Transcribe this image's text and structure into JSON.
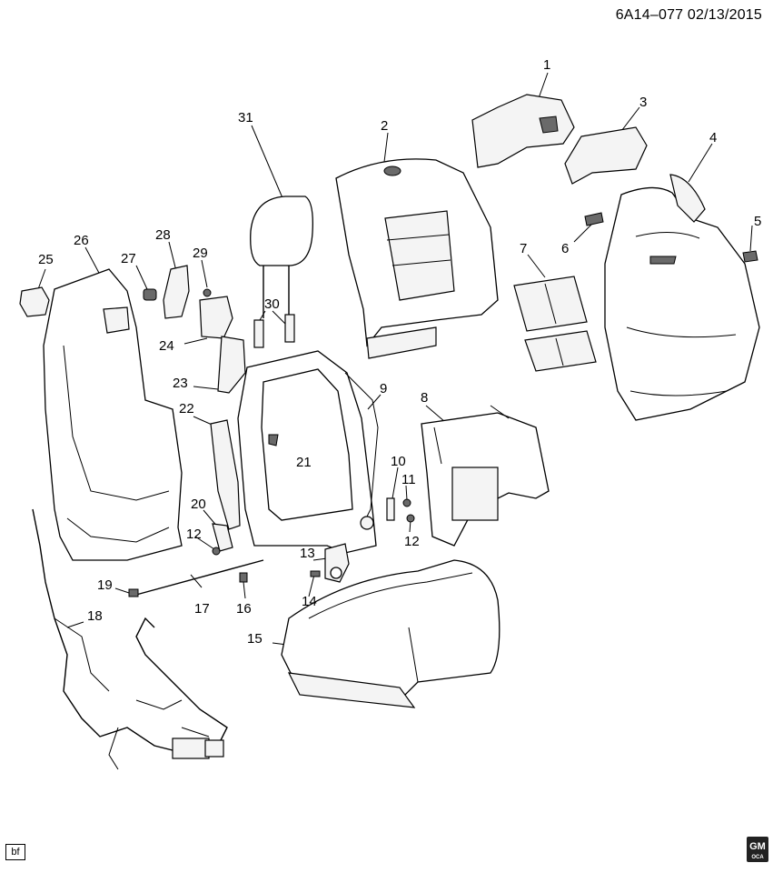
{
  "header": {
    "doc_id": "6A14–077 02/13/2015"
  },
  "footer": {
    "left_tag": "bf",
    "logo_text": "GM",
    "logo_sub": "OCA"
  },
  "callouts": [
    "1",
    "2",
    "3",
    "4",
    "5",
    "6",
    "7",
    "8",
    "9",
    "10",
    "11",
    "12",
    "12",
    "13",
    "14",
    "15",
    "16",
    "17",
    "18",
    "19",
    "20",
    "21",
    "22",
    "23",
    "24",
    "25",
    "26",
    "27",
    "28",
    "29",
    "30",
    "31"
  ]
}
